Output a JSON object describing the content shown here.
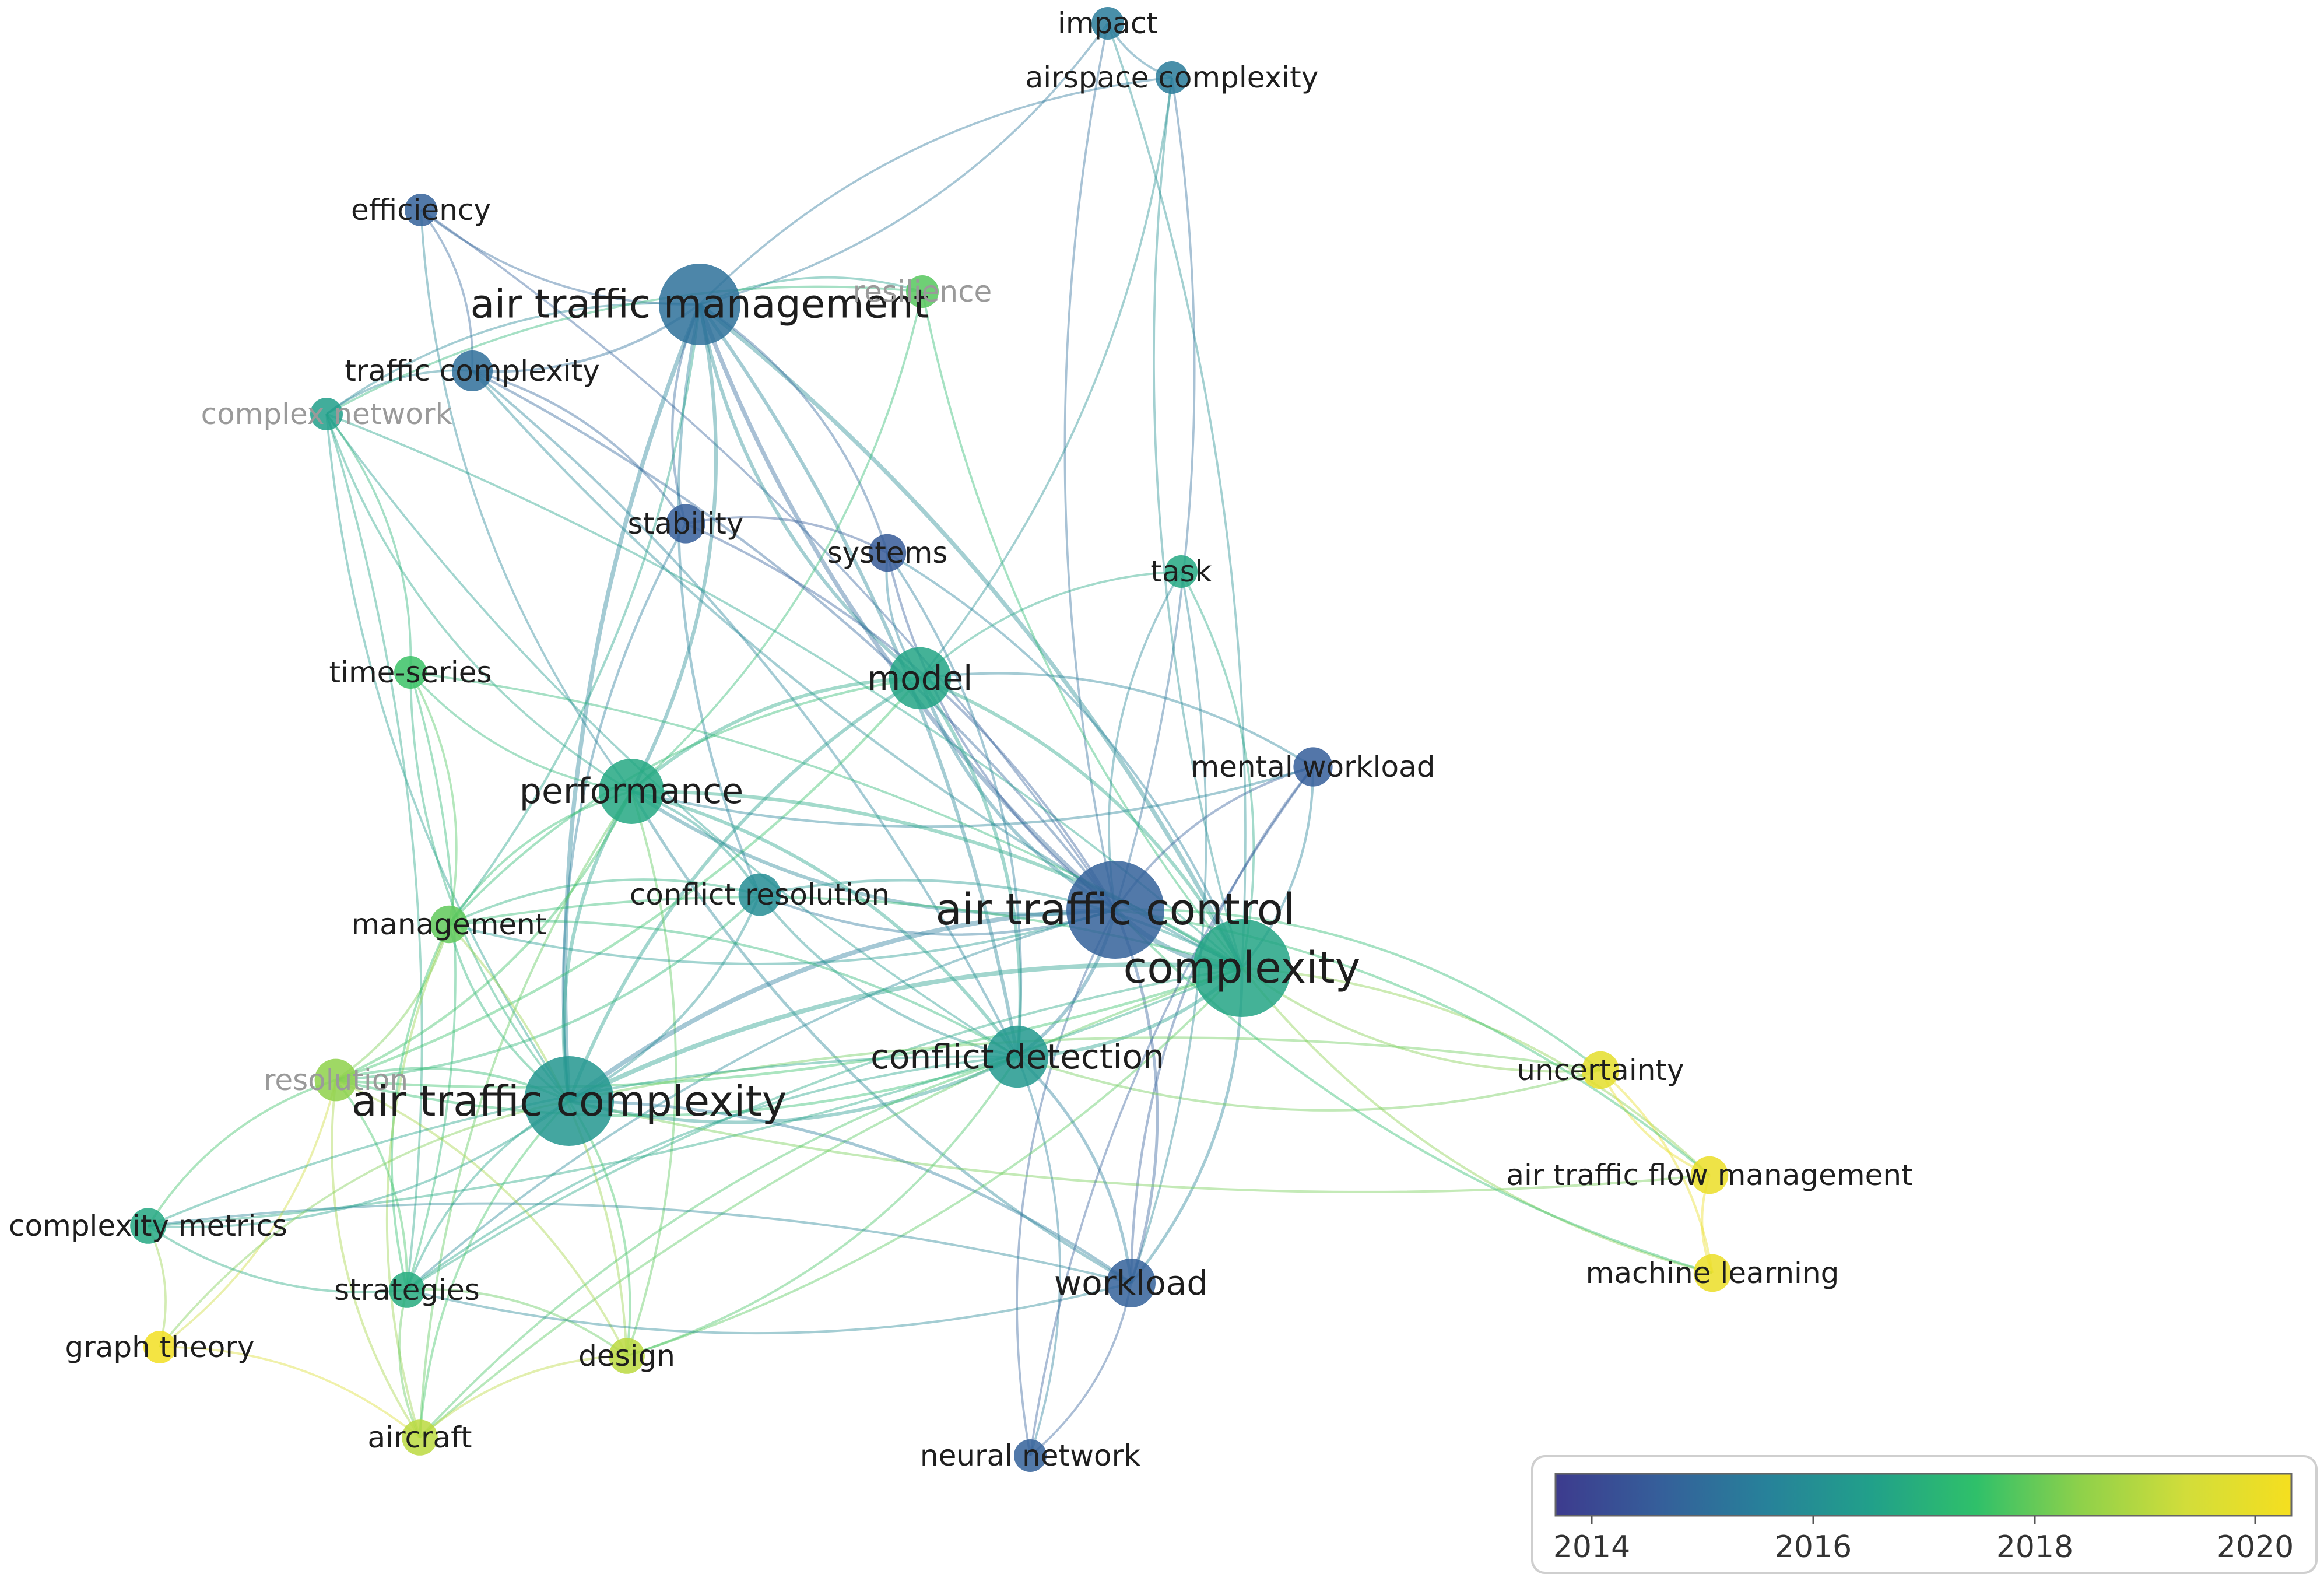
{
  "colorscale": {
    "stops": [
      "#3d3b8e",
      "#355f9a",
      "#27819a",
      "#21a08a",
      "#2fc06a",
      "#8fd14a",
      "#d2dd3a",
      "#f5df1f"
    ],
    "ticks": [
      "2014",
      "2016",
      "2018",
      "2020"
    ]
  },
  "nodes": [
    {
      "id": "impact",
      "label": "impact",
      "year": 2015.2,
      "weight": 1,
      "faded": false
    },
    {
      "id": "airspace_complexity",
      "label": "airspace complexity",
      "year": 2015.2,
      "weight": 1,
      "faded": false
    },
    {
      "id": "efficiency",
      "label": "efficiency",
      "year": 2014.4,
      "weight": 1,
      "faded": false
    },
    {
      "id": "air_traffic_management",
      "label": "air traffic management",
      "year": 2014.9,
      "weight": 4,
      "faded": false
    },
    {
      "id": "resilience",
      "label": "resilience",
      "year": 2017.9,
      "weight": 1,
      "faded": true
    },
    {
      "id": "traffic_complexity",
      "label": "traffic complexity",
      "year": 2014.8,
      "weight": 1.5,
      "faded": false
    },
    {
      "id": "complex_network",
      "label": "complex network",
      "year": 2016.4,
      "weight": 1,
      "faded": true
    },
    {
      "id": "stability",
      "label": "stability",
      "year": 2014.3,
      "weight": 1.4,
      "faded": false
    },
    {
      "id": "systems",
      "label": "systems",
      "year": 2014.2,
      "weight": 1.3,
      "faded": false
    },
    {
      "id": "task",
      "label": "task",
      "year": 2016.7,
      "weight": 1,
      "faded": false
    },
    {
      "id": "time_series",
      "label": "time-series",
      "year": 2017.6,
      "weight": 1,
      "faded": false
    },
    {
      "id": "model",
      "label": "model",
      "year": 2016.6,
      "weight": 2.8,
      "faded": false
    },
    {
      "id": "mental_workload",
      "label": "mental workload",
      "year": 2014.3,
      "weight": 1.4,
      "faded": false
    },
    {
      "id": "performance",
      "label": "performance",
      "year": 2016.7,
      "weight": 3,
      "faded": false
    },
    {
      "id": "conflict_resolution",
      "label": "conflict resolution",
      "year": 2015.8,
      "weight": 1.6,
      "faded": false
    },
    {
      "id": "air_traffic_control",
      "label": "air traffic control",
      "year": 2014.4,
      "weight": 5,
      "faded": false
    },
    {
      "id": "management",
      "label": "management",
      "year": 2018.0,
      "weight": 1.3,
      "faded": false
    },
    {
      "id": "complexity",
      "label": "complexity",
      "year": 2016.6,
      "weight": 5,
      "faded": false
    },
    {
      "id": "resolution",
      "label": "resolution",
      "year": 2018.5,
      "weight": 1.6,
      "faded": true
    },
    {
      "id": "air_traffic_complexity",
      "label": "air traffic complexity",
      "year": 2016.1,
      "weight": 4.5,
      "faded": false
    },
    {
      "id": "conflict_detection",
      "label": "conflict detection",
      "year": 2016.2,
      "weight": 2.8,
      "faded": false
    },
    {
      "id": "uncertainty",
      "label": "uncertainty",
      "year": 2020.1,
      "weight": 1.3,
      "faded": false
    },
    {
      "id": "air_traffic_flow_management",
      "label": "air traffic flow management",
      "year": 2020.3,
      "weight": 1.3,
      "faded": false
    },
    {
      "id": "machine_learning",
      "label": "machine learning",
      "year": 2020.3,
      "weight": 1.3,
      "faded": false
    },
    {
      "id": "complexity_metrics",
      "label": "complexity metrics",
      "year": 2016.7,
      "weight": 1.2,
      "faded": false
    },
    {
      "id": "strategies",
      "label": "strategies",
      "year": 2016.8,
      "weight": 1.2,
      "faded": false
    },
    {
      "id": "workload",
      "label": "workload",
      "year": 2014.4,
      "weight": 2,
      "faded": false
    },
    {
      "id": "graph_theory",
      "label": "graph theory",
      "year": 2020.5,
      "weight": 1,
      "faded": false
    },
    {
      "id": "design",
      "label": "design",
      "year": 2019.2,
      "weight": 1.2,
      "faded": false
    },
    {
      "id": "aircraft",
      "label": "aircraft",
      "year": 2019.2,
      "weight": 1.2,
      "faded": false
    },
    {
      "id": "neural_network",
      "label": "neural network",
      "year": 2014.4,
      "weight": 1,
      "faded": false
    }
  ],
  "edges": [
    [
      "impact",
      "airspace_complexity"
    ],
    [
      "impact",
      "air_traffic_management"
    ],
    [
      "impact",
      "air_traffic_control"
    ],
    [
      "impact",
      "complexity"
    ],
    [
      "airspace_complexity",
      "air_traffic_management"
    ],
    [
      "airspace_complexity",
      "air_traffic_control"
    ],
    [
      "airspace_complexity",
      "complexity"
    ],
    [
      "airspace_complexity",
      "model"
    ],
    [
      "efficiency",
      "air_traffic_management"
    ],
    [
      "efficiency",
      "air_traffic_control"
    ],
    [
      "efficiency",
      "performance"
    ],
    [
      "air_traffic_management",
      "traffic_complexity"
    ],
    [
      "air_traffic_management",
      "complex_network"
    ],
    [
      "air_traffic_management",
      "resilience"
    ],
    [
      "air_traffic_management",
      "air_traffic_control"
    ],
    [
      "air_traffic_management",
      "complexity"
    ],
    [
      "air_traffic_management",
      "air_traffic_complexity"
    ],
    [
      "air_traffic_management",
      "conflict_detection"
    ],
    [
      "air_traffic_management",
      "model"
    ],
    [
      "air_traffic_management",
      "performance"
    ],
    [
      "air_traffic_management",
      "stability"
    ],
    [
      "air_traffic_management",
      "systems"
    ],
    [
      "air_traffic_management",
      "conflict_resolution"
    ],
    [
      "air_traffic_management",
      "management"
    ],
    [
      "resilience",
      "complexity"
    ],
    [
      "resilience",
      "performance"
    ],
    [
      "resilience",
      "complex_network"
    ],
    [
      "traffic_complexity",
      "air_traffic_control"
    ],
    [
      "traffic_complexity",
      "complexity"
    ],
    [
      "traffic_complexity",
      "stability"
    ],
    [
      "traffic_complexity",
      "complex_network"
    ],
    [
      "traffic_complexity",
      "conflict_detection"
    ],
    [
      "complex_network",
      "air_traffic_complexity"
    ],
    [
      "complex_network",
      "complexity"
    ],
    [
      "complex_network",
      "performance"
    ],
    [
      "complex_network",
      "strategies"
    ],
    [
      "complex_network",
      "conflict_detection"
    ],
    [
      "stability",
      "air_traffic_control"
    ],
    [
      "stability",
      "air_traffic_complexity"
    ],
    [
      "stability",
      "systems"
    ],
    [
      "systems",
      "air_traffic_control"
    ],
    [
      "systems",
      "complexity"
    ],
    [
      "systems",
      "model"
    ],
    [
      "systems",
      "conflict_detection"
    ],
    [
      "task",
      "air_traffic_control"
    ],
    [
      "task",
      "complexity"
    ],
    [
      "task",
      "model"
    ],
    [
      "task",
      "workload"
    ],
    [
      "time_series",
      "air_traffic_complexity"
    ],
    [
      "time_series",
      "complexity"
    ],
    [
      "time_series",
      "performance"
    ],
    [
      "time_series",
      "strategies"
    ],
    [
      "model",
      "air_traffic_control"
    ],
    [
      "model",
      "complexity"
    ],
    [
      "model",
      "performance"
    ],
    [
      "model",
      "conflict_detection"
    ],
    [
      "model",
      "air_traffic_complexity"
    ],
    [
      "model",
      "mental_workload"
    ],
    [
      "model",
      "management"
    ],
    [
      "model",
      "resolution"
    ],
    [
      "mental_workload",
      "air_traffic_control"
    ],
    [
      "mental_workload",
      "complexity"
    ],
    [
      "mental_workload",
      "workload"
    ],
    [
      "mental_workload",
      "performance"
    ],
    [
      "performance",
      "air_traffic_control"
    ],
    [
      "performance",
      "complexity"
    ],
    [
      "performance",
      "air_traffic_complexity"
    ],
    [
      "performance",
      "conflict_detection"
    ],
    [
      "performance",
      "management"
    ],
    [
      "performance",
      "resolution"
    ],
    [
      "performance",
      "workload"
    ],
    [
      "performance",
      "design"
    ],
    [
      "performance",
      "aircraft"
    ],
    [
      "performance",
      "conflict_resolution"
    ],
    [
      "conflict_resolution",
      "air_traffic_control"
    ],
    [
      "conflict_resolution",
      "complexity"
    ],
    [
      "conflict_resolution",
      "conflict_detection"
    ],
    [
      "conflict_resolution",
      "air_traffic_complexity"
    ],
    [
      "conflict_resolution",
      "management"
    ],
    [
      "conflict_resolution",
      "resolution"
    ],
    [
      "air_traffic_control",
      "complexity"
    ],
    [
      "air_traffic_control",
      "conflict_detection"
    ],
    [
      "air_traffic_control",
      "air_traffic_complexity"
    ],
    [
      "air_traffic_control",
      "workload"
    ],
    [
      "air_traffic_control",
      "neural_network"
    ],
    [
      "air_traffic_control",
      "management"
    ],
    [
      "air_traffic_control",
      "strategies"
    ],
    [
      "air_traffic_control",
      "uncertainty"
    ],
    [
      "complexity",
      "uncertainty"
    ],
    [
      "complexity",
      "air_traffic_flow_management"
    ],
    [
      "complexity",
      "machine_learning"
    ],
    [
      "complexity",
      "conflict_detection"
    ],
    [
      "complexity",
      "air_traffic_complexity"
    ],
    [
      "complexity",
      "workload"
    ],
    [
      "complexity",
      "management"
    ],
    [
      "complexity",
      "resolution"
    ],
    [
      "complexity",
      "strategies"
    ],
    [
      "complexity",
      "design"
    ],
    [
      "complexity",
      "aircraft"
    ],
    [
      "complexity",
      "complexity_metrics"
    ],
    [
      "uncertainty",
      "air_traffic_flow_management"
    ],
    [
      "uncertainty",
      "machine_learning"
    ],
    [
      "uncertainty",
      "air_traffic_complexity"
    ],
    [
      "uncertainty",
      "conflict_detection"
    ],
    [
      "air_traffic_flow_management",
      "machine_learning"
    ],
    [
      "air_traffic_flow_management",
      "air_traffic_complexity"
    ],
    [
      "air_traffic_flow_management",
      "air_traffic_control"
    ],
    [
      "machine_learning",
      "air_traffic_control"
    ],
    [
      "management",
      "air_traffic_complexity"
    ],
    [
      "management",
      "resolution"
    ],
    [
      "management",
      "strategies"
    ],
    [
      "management",
      "design"
    ],
    [
      "management",
      "aircraft"
    ],
    [
      "management",
      "conflict_detection"
    ],
    [
      "management",
      "time_series"
    ],
    [
      "resolution",
      "air_traffic_complexity"
    ],
    [
      "resolution",
      "conflict_detection"
    ],
    [
      "resolution",
      "strategies"
    ],
    [
      "resolution",
      "aircraft"
    ],
    [
      "resolution",
      "design"
    ],
    [
      "resolution",
      "complexity_metrics"
    ],
    [
      "resolution",
      "graph_theory"
    ],
    [
      "air_traffic_complexity",
      "conflict_detection"
    ],
    [
      "air_traffic_complexity",
      "complexity_metrics"
    ],
    [
      "air_traffic_complexity",
      "strategies"
    ],
    [
      "air_traffic_complexity",
      "design"
    ],
    [
      "air_traffic_complexity",
      "aircraft"
    ],
    [
      "air_traffic_complexity",
      "workload"
    ],
    [
      "air_traffic_complexity",
      "graph_theory"
    ],
    [
      "conflict_detection",
      "workload"
    ],
    [
      "conflict_detection",
      "strategies"
    ],
    [
      "conflict_detection",
      "design"
    ],
    [
      "conflict_detection",
      "aircraft"
    ],
    [
      "conflict_detection",
      "neural_network"
    ],
    [
      "conflict_detection",
      "complexity_metrics"
    ],
    [
      "complexity_metrics",
      "graph_theory"
    ],
    [
      "complexity_metrics",
      "strategies"
    ],
    [
      "complexity_metrics",
      "workload"
    ],
    [
      "strategies",
      "aircraft"
    ],
    [
      "strategies",
      "design"
    ],
    [
      "strategies",
      "workload"
    ],
    [
      "graph_theory",
      "aircraft"
    ],
    [
      "design",
      "aircraft"
    ],
    [
      "workload",
      "neural_network"
    ],
    [
      "mental_workload",
      "neural_network"
    ],
    [
      "efficiency",
      "traffic_complexity"
    ],
    [
      "time_series",
      "complex_network"
    ]
  ]
}
